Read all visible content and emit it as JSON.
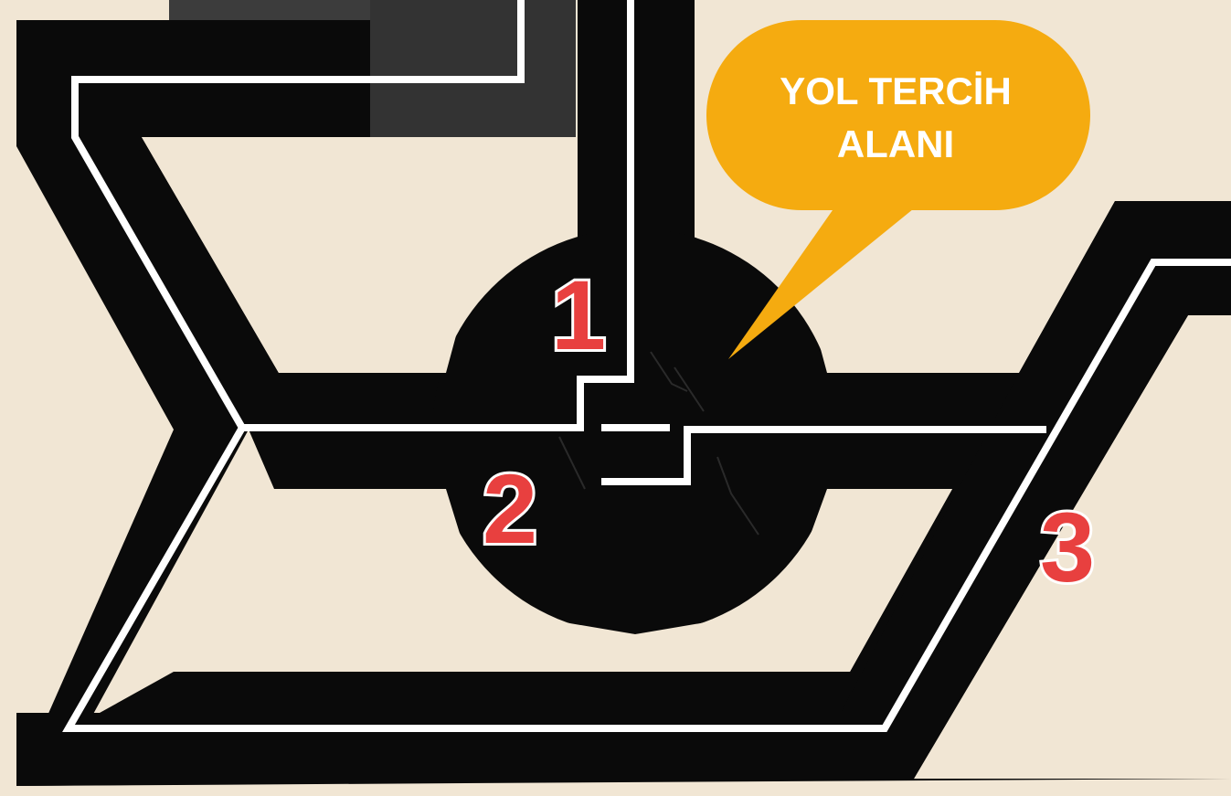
{
  "diagram": {
    "callout": {
      "line1": "YOL TERCİH",
      "line2": "ALANI"
    },
    "route_labels": [
      "1",
      "2",
      "3"
    ],
    "colors": {
      "background": "#f1e6d4",
      "track": "#0a0a0a",
      "guide_line": "#ffffff",
      "start_block": "#333333",
      "callout": "#f5ab10",
      "route_number": "#e8403f"
    }
  }
}
